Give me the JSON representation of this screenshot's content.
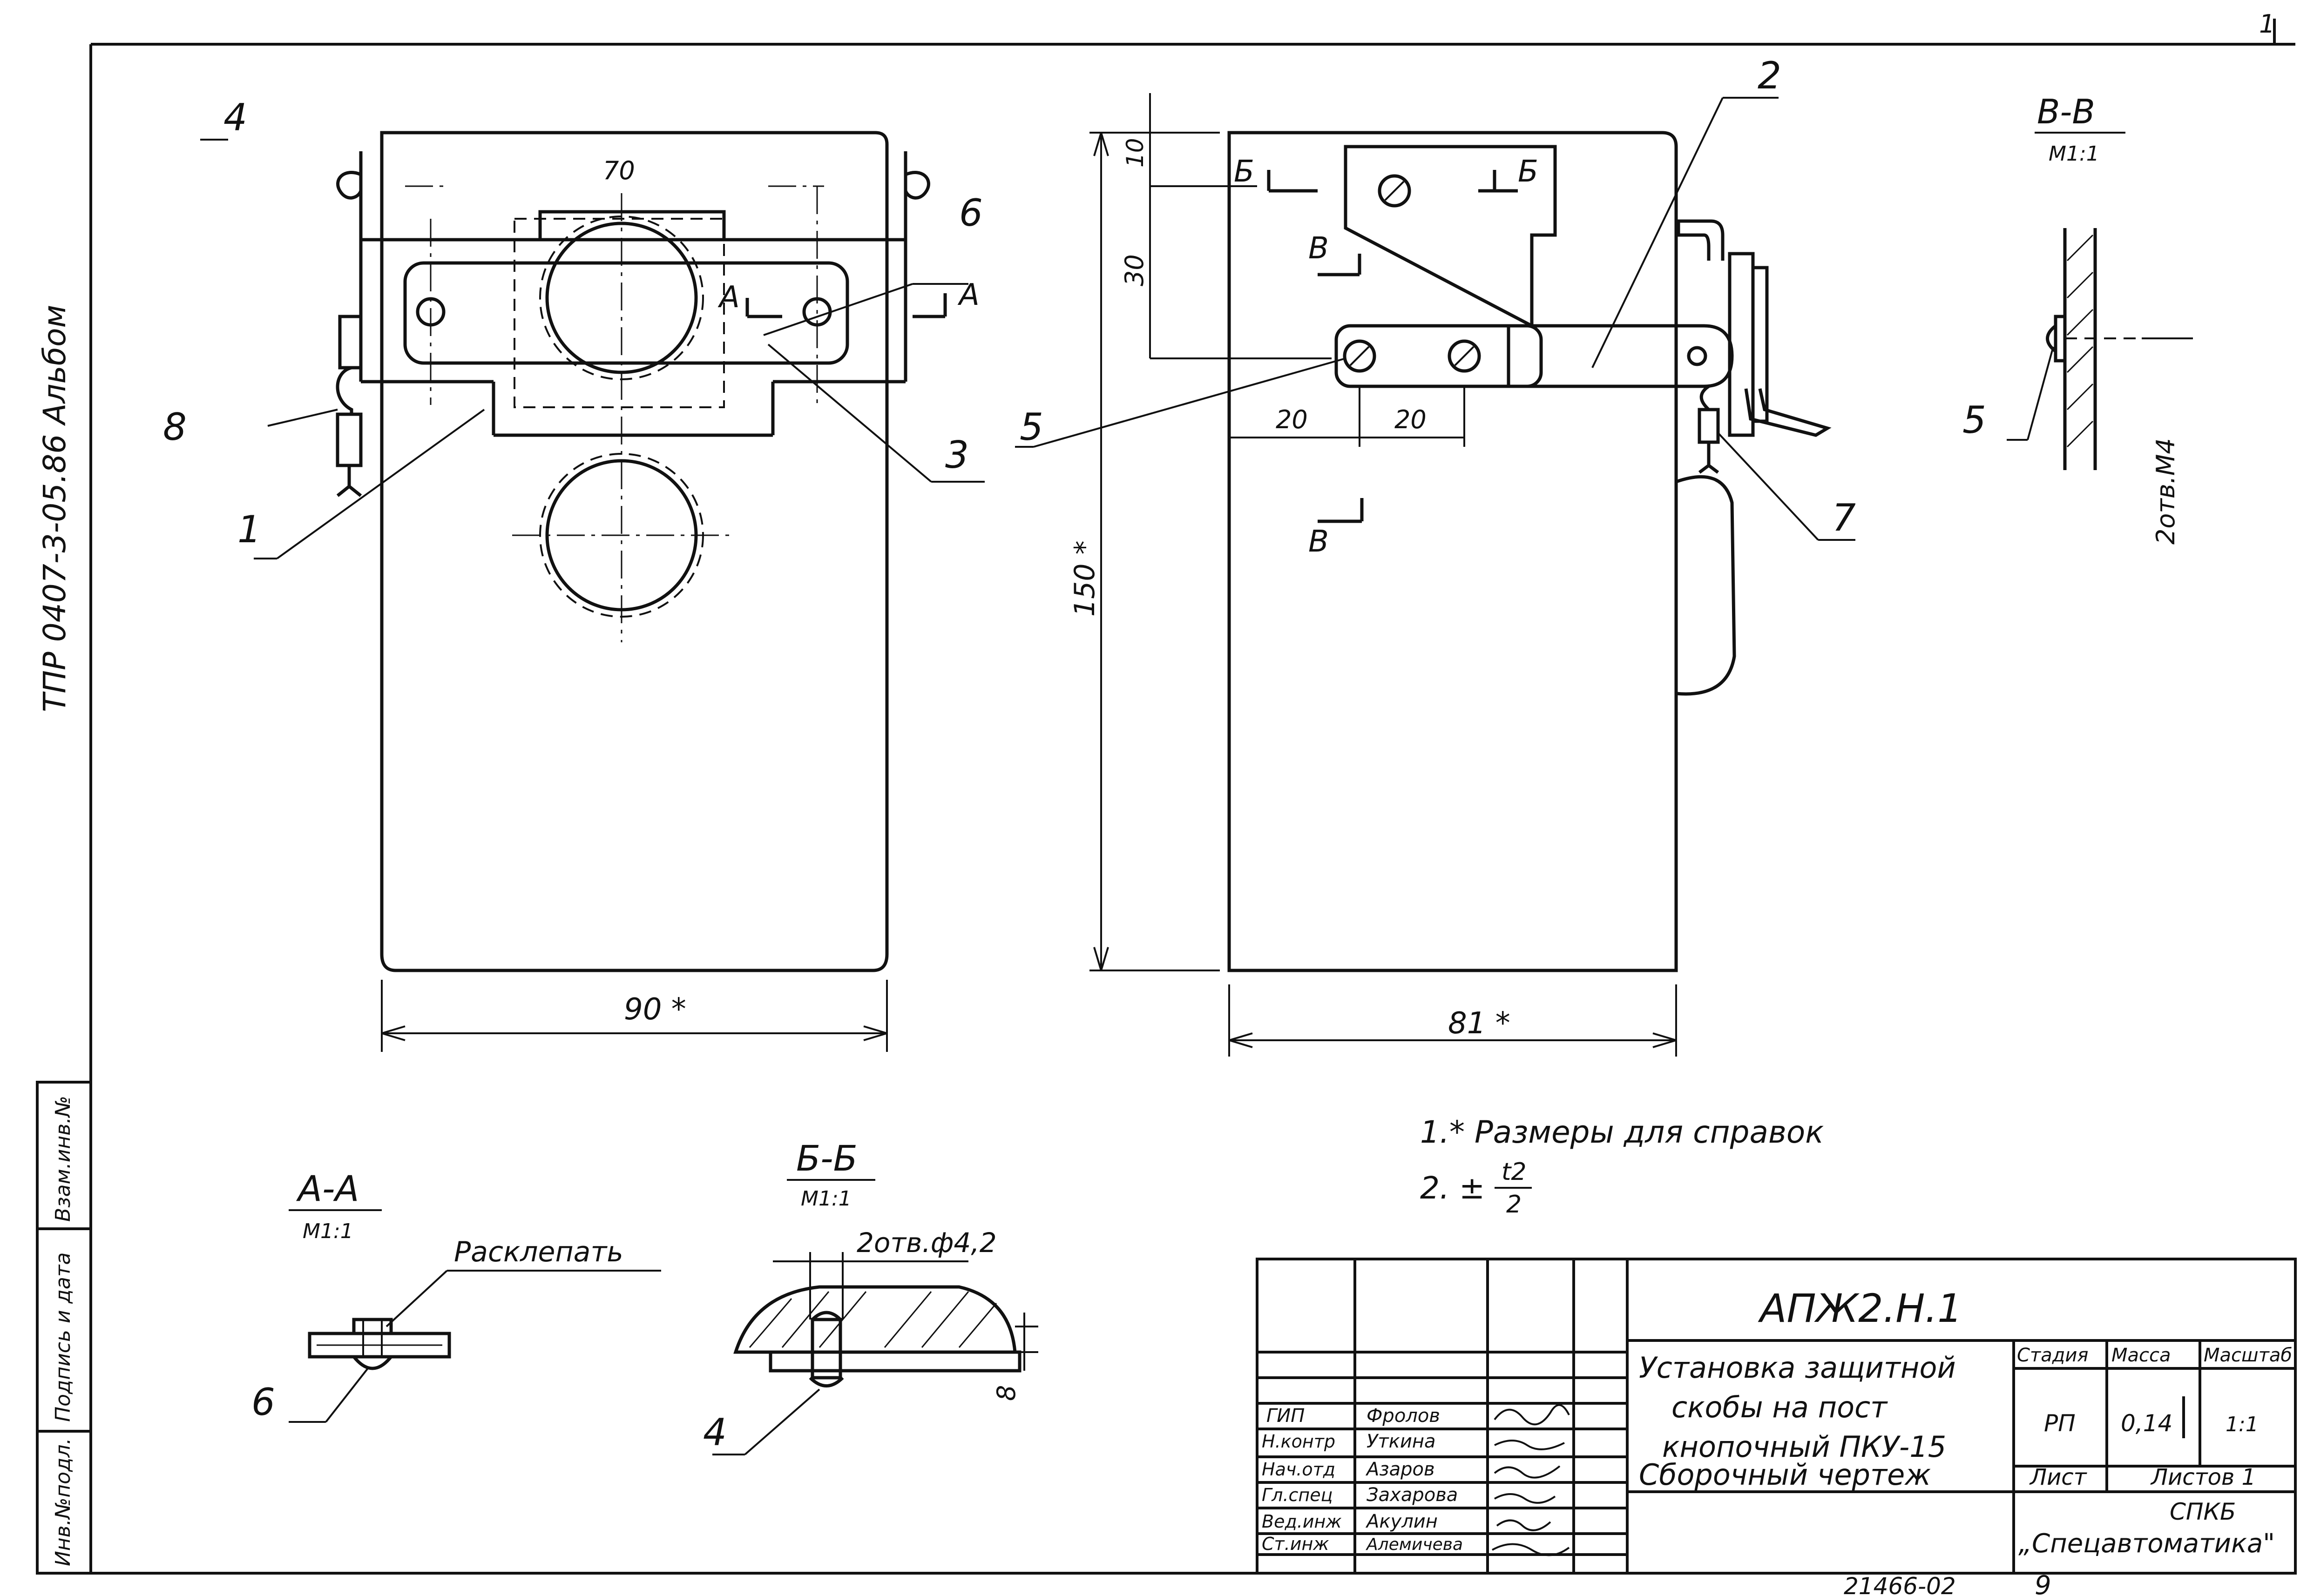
{
  "sheet": {
    "side_label": "ТПР 0407-3-05.86   Альбом",
    "corner_mark": "1"
  },
  "callouts": {
    "c1": "1",
    "c2": "2",
    "c3": "3",
    "c4": "4",
    "c5": "5",
    "c6": "6",
    "c7": "7",
    "c8": "8",
    "sec_a_mark": "А",
    "sec_b_mark": "Б",
    "sec_v_mark": "В"
  },
  "dimensions": {
    "front_width_top": "70",
    "front_width": "90 *",
    "side_width": "81 *",
    "side_height": "150 *",
    "side_top": "10",
    "side_30": "30",
    "side_20a": "20",
    "side_20b": "20",
    "bb_depth": "8"
  },
  "sections": {
    "aa": {
      "title": "А-А",
      "scale": "М1:1",
      "note": "Расклепать",
      "part": "6"
    },
    "bb": {
      "title": "Б-Б",
      "scale": "М1:1",
      "note": "2отв.ф4,2",
      "part": "4"
    },
    "vv": {
      "title": "В-В",
      "scale": "М1:1",
      "note": "2отв.М4",
      "part": "5"
    }
  },
  "notes": {
    "n1": "1.* Размеры для справок",
    "n2_prefix": "2. ±",
    "n2_num": "t2",
    "n2_den": "2"
  },
  "title_block": {
    "doc_code": "АПЖ2.Н.1",
    "title_lines": [
      "Установка защитной",
      "скобы на пост",
      "кнопочный ПКУ-15",
      "Сборочный чертеж"
    ],
    "head_stage": "Стадия",
    "head_mass": "Масса",
    "head_scale": "Масштаб",
    "val_stage": "РП",
    "val_mass": "0,14",
    "val_scale": "1:1",
    "sheet_label": "Лист",
    "sheets_label": "Листов 1",
    "org_1": "СПКБ",
    "org_2": "„Спецавтоматика\"",
    "roles": [
      {
        "role": "ГИП",
        "name": "Фролов"
      },
      {
        "role": "Н.контр",
        "name": "Уткина"
      },
      {
        "role": "Нач.отд",
        "name": "Азаров"
      },
      {
        "role": "Гл.спец",
        "name": "Захарова"
      },
      {
        "role": "Вед.инж",
        "name": "Акулин"
      },
      {
        "role": "Ст.инж",
        "name": "Алемичева"
      }
    ]
  },
  "left_strip": [
    "Инв.№подл.",
    "Подпись и дата",
    "Взам.инв.№"
  ],
  "footer": {
    "inv_number": "21466-02",
    "page": "9"
  }
}
